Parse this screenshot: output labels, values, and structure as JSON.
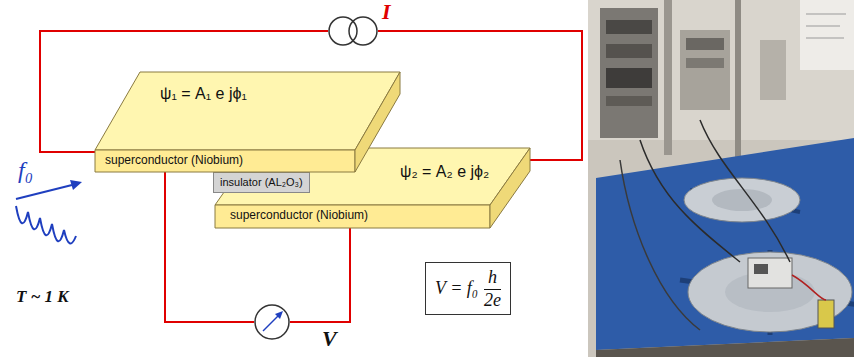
{
  "diagram": {
    "nodes": [
      {
        "text": [
          "I"
        ]
      },
      {
        "text": [
          "ψ₁ = A₁ e jϕ₁",
          "superconductor (Niobium)"
        ]
      },
      {
        "text": [
          "insulator (AL₂O₃)"
        ]
      },
      {
        "text": [
          "ψ₂ = A₂ e jϕ₂",
          "superconductor (Niobium)"
        ]
      },
      {
        "text": [
          "V"
        ]
      },
      {
        "text": [
          "V = f₀",
          "h",
          "2e"
        ]
      }
    ],
    "edges": [
      {
        "from": 0,
        "to": 1,
        "arrow": "none"
      },
      {
        "from": 0,
        "to": 3,
        "arrow": "none"
      },
      {
        "from": 1,
        "to": 4,
        "arrow": "none"
      },
      {
        "from": 3,
        "to": 4,
        "arrow": "none"
      }
    ],
    "labels": [
      "f₀",
      "T ~ 1 K"
    ]
  }
}
